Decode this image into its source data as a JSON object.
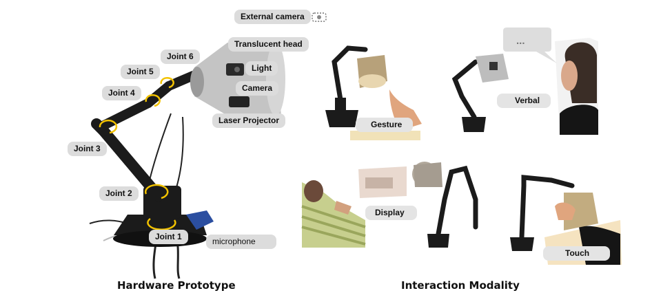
{
  "hardware": {
    "caption": "Hardware Prototype",
    "labels": {
      "external_camera": "External camera",
      "translucent_head": "Translucent head",
      "light": "Light",
      "camera": "Camera",
      "laser_projector": "Laser Projector",
      "joint6": "Joint 6",
      "joint5": "Joint 5",
      "joint4": "Joint 4",
      "joint3": "Joint 3",
      "joint2": "Joint 2",
      "joint1": "Joint 1",
      "microphone": "microphone"
    }
  },
  "interaction": {
    "caption": "Interaction Modality",
    "modes": {
      "gesture": "Gesture",
      "verbal": "Verbal",
      "display": "Display",
      "touch": "Touch"
    },
    "speech_bubble": "..."
  },
  "colors": {
    "arm": "#1b1b1b",
    "head": "#b9b9b9",
    "arrow": "#f2c200",
    "microphone": "#2b4ea0",
    "label_bg": "#dcdcdc"
  }
}
